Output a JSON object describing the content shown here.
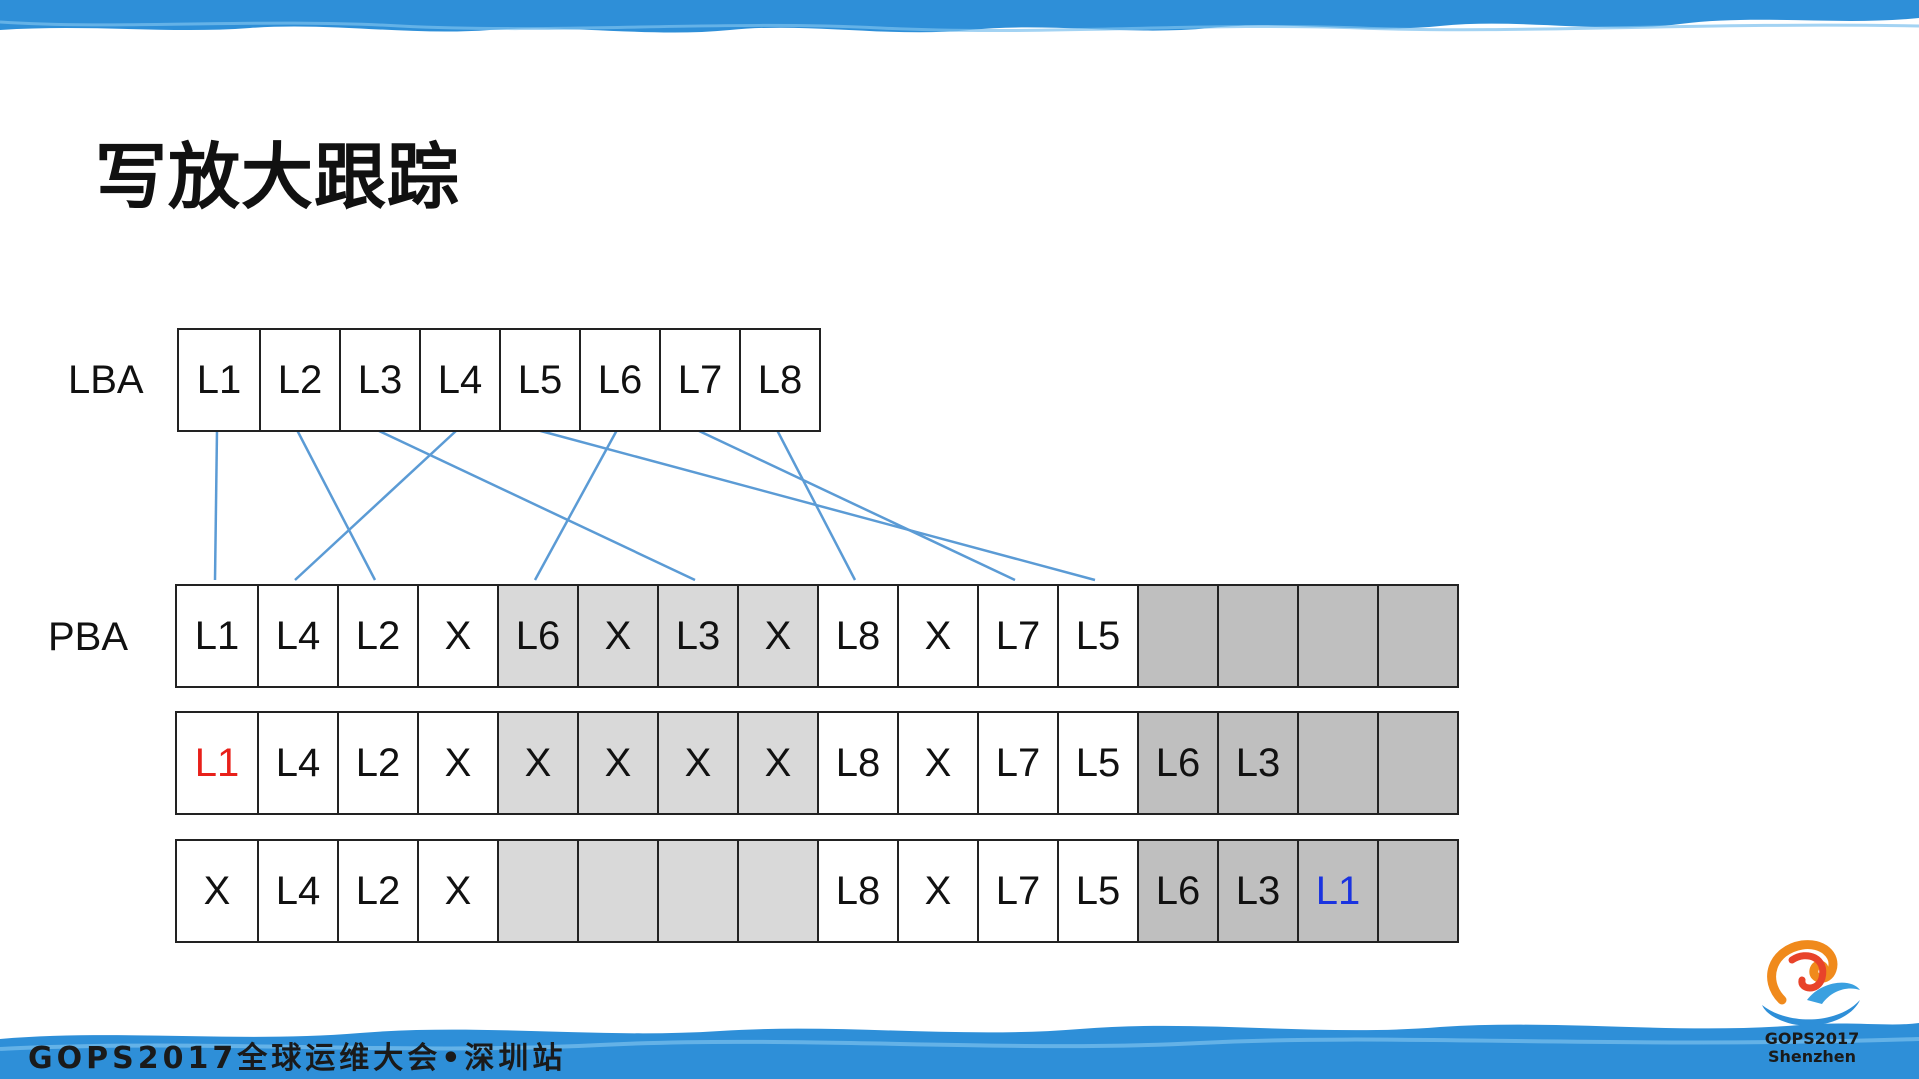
{
  "title": "写放大跟踪",
  "labels": {
    "lba": "LBA",
    "pba": "PBA"
  },
  "lba": [
    "L1",
    "L2",
    "L3",
    "L4",
    "L5",
    "L6",
    "L7",
    "L8"
  ],
  "pba_rows": [
    {
      "cells": [
        "L1",
        "L4",
        "L2",
        "X",
        "L6",
        "X",
        "L3",
        "X",
        "L8",
        "X",
        "L7",
        "L5",
        "",
        "",
        "",
        ""
      ],
      "shade": [
        "white",
        "white",
        "white",
        "white",
        "light",
        "light",
        "light",
        "light",
        "white",
        "white",
        "white",
        "white",
        "dark",
        "dark",
        "dark",
        "dark"
      ],
      "highlight": [
        "",
        "",
        "",
        "",
        "",
        "",
        "",
        "",
        "",
        "",
        "",
        "",
        "",
        "",
        "",
        ""
      ]
    },
    {
      "cells": [
        "L1",
        "L4",
        "L2",
        "X",
        "X",
        "X",
        "X",
        "X",
        "L8",
        "X",
        "L7",
        "L5",
        "L6",
        "L3",
        "",
        ""
      ],
      "shade": [
        "white",
        "white",
        "white",
        "white",
        "light",
        "light",
        "light",
        "light",
        "white",
        "white",
        "white",
        "white",
        "dark",
        "dark",
        "dark",
        "dark"
      ],
      "highlight": [
        "red",
        "",
        "",
        "",
        "",
        "",
        "",
        "",
        "",
        "",
        "",
        "",
        "",
        "",
        "",
        ""
      ]
    },
    {
      "cells": [
        "X",
        "L4",
        "L2",
        "X",
        "",
        "",
        "",
        "",
        "L8",
        "X",
        "L7",
        "L5",
        "L6",
        "L3",
        "L1",
        ""
      ],
      "shade": [
        "white",
        "white",
        "white",
        "white",
        "light",
        "light",
        "light",
        "light",
        "white",
        "white",
        "white",
        "white",
        "dark",
        "dark",
        "dark",
        "dark"
      ],
      "highlight": [
        "",
        "",
        "",
        "",
        "",
        "",
        "",
        "",
        "",
        "",
        "",
        "",
        "",
        "",
        "blue",
        ""
      ]
    }
  ],
  "mapping": [
    {
      "lba": "L1",
      "pba_index": 0
    },
    {
      "lba": "L2",
      "pba_index": 2
    },
    {
      "lba": "L3",
      "pba_index": 6
    },
    {
      "lba": "L4",
      "pba_index": 1
    },
    {
      "lba": "L5",
      "pba_index": 11
    },
    {
      "lba": "L6",
      "pba_index": 4
    },
    {
      "lba": "L7",
      "pba_index": 10
    },
    {
      "lba": "L8",
      "pba_index": 8
    }
  ],
  "colors": {
    "line": "#5b9bd5",
    "brush": "#2e8fd8",
    "light_cell": "#d9d9d9",
    "dark_cell": "#bfbfbf",
    "red": "#e8201a",
    "blue": "#1a33e0"
  },
  "footer": "GOPS2017全球运维大会•深圳站",
  "logo": {
    "line1": "GOPS2017",
    "line2": "Shenzhen"
  }
}
